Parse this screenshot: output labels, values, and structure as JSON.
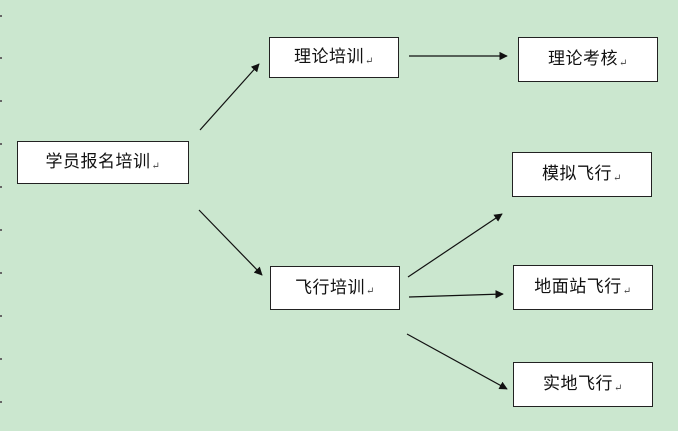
{
  "diagram": {
    "para_mark": "↵",
    "colors": {
      "background": "#cbe7cf",
      "box_fill": "#ffffff",
      "box_border": "#222222",
      "arrow": "#111111"
    },
    "nodes": [
      {
        "id": "student-registration",
        "label": "学员报名培训"
      },
      {
        "id": "theory-training",
        "label": "理论培训"
      },
      {
        "id": "theory-exam",
        "label": "理论考核"
      },
      {
        "id": "flight-training",
        "label": "飞行培训"
      },
      {
        "id": "simulated-flight",
        "label": "模拟飞行"
      },
      {
        "id": "ground-station-flight",
        "label": "地面站飞行"
      },
      {
        "id": "field-flight",
        "label": "实地飞行"
      }
    ],
    "edges": [
      {
        "from": "student-registration",
        "to": "theory-training"
      },
      {
        "from": "student-registration",
        "to": "flight-training"
      },
      {
        "from": "theory-training",
        "to": "theory-exam"
      },
      {
        "from": "flight-training",
        "to": "simulated-flight"
      },
      {
        "from": "flight-training",
        "to": "ground-station-flight"
      },
      {
        "from": "flight-training",
        "to": "field-flight"
      }
    ]
  }
}
